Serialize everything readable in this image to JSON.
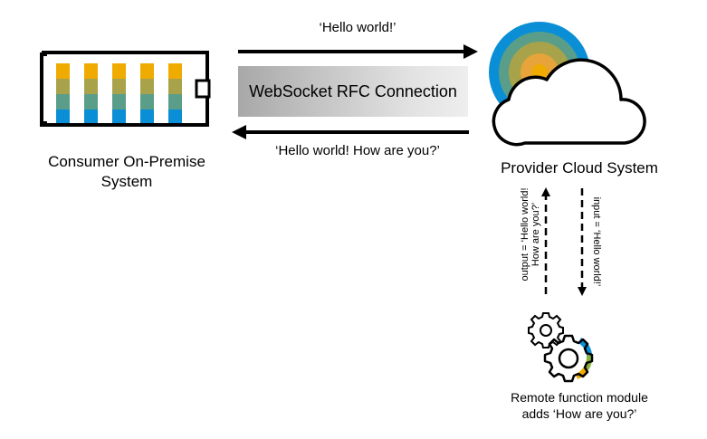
{
  "consumer": {
    "label_line1": "Consumer On-Premise",
    "label_line2": "System"
  },
  "provider": {
    "label": "Provider Cloud System"
  },
  "connection": {
    "label": "WebSocket RFC Connection"
  },
  "messages": {
    "request": "‘Hello world!’",
    "response": "‘Hello world! How are you?’"
  },
  "calls": {
    "output_line1": "output = ‘Hello world!",
    "output_line2": "How are you?’",
    "input": "input = ‘Hello world!’"
  },
  "remote": {
    "line1": "Remote function module",
    "line2": "adds ‘How are you?’"
  },
  "colors": {
    "orange": "#f0ab00",
    "olive": "#a8a34a",
    "teal": "#5a9e8a",
    "blue": "#0a8fd6",
    "green": "#86b43a",
    "dark_blue": "#0f68a8"
  }
}
